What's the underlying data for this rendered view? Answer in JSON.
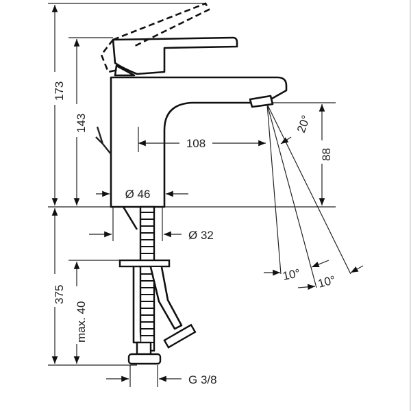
{
  "dimensions": {
    "total_height": "173",
    "body_height": "143",
    "spout_reach": "108",
    "spout_height": "88",
    "spray_angle": "20°",
    "body_diameter": "Ø 46",
    "shank_diameter": "Ø 32",
    "hose_length": "375",
    "max_counter_thickness": "max. 40",
    "spread_angle_1": "10°",
    "spread_angle_2": "10°",
    "connection_thread": "G 3/8"
  }
}
